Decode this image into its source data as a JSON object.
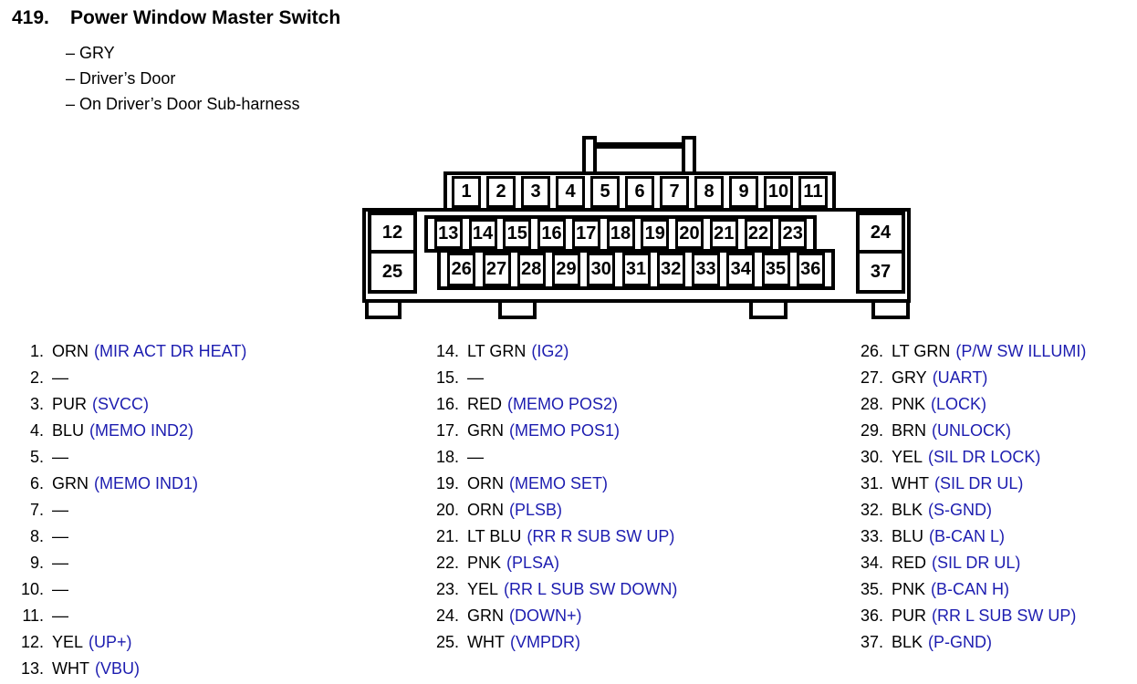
{
  "header": {
    "number": "419.",
    "title": "Power Window Master Switch"
  },
  "details": [
    "– GRY",
    "– Driver’s Door",
    "– On Driver’s Door Sub-harness"
  ],
  "colors": {
    "signal_blue": "#1d1db0",
    "ink": "#000000"
  },
  "connector": {
    "top_row": [
      "1",
      "2",
      "3",
      "4",
      "5",
      "6",
      "7",
      "8",
      "9",
      "10",
      "11"
    ],
    "left_column": [
      "12",
      "25"
    ],
    "middle_row": [
      "13",
      "14",
      "15",
      "16",
      "17",
      "18",
      "19",
      "20",
      "21",
      "22",
      "23"
    ],
    "lower_row": [
      "26",
      "27",
      "28",
      "29",
      "30",
      "31",
      "32",
      "33",
      "34",
      "35",
      "36"
    ],
    "right_column": [
      "24",
      "37"
    ]
  },
  "pin_list": {
    "columns": [
      {
        "entries": [
          {
            "pin": "1.",
            "wire": "ORN",
            "signal": "(MIR ACT DR HEAT)"
          },
          {
            "pin": "2.",
            "wire": "—",
            "signal": ""
          },
          {
            "pin": "3.",
            "wire": "PUR",
            "signal": "(SVCC)"
          },
          {
            "pin": "4.",
            "wire": "BLU",
            "signal": "(MEMO IND2)"
          },
          {
            "pin": "5.",
            "wire": "—",
            "signal": ""
          },
          {
            "pin": "6.",
            "wire": "GRN",
            "signal": "(MEMO IND1)"
          },
          {
            "pin": "7.",
            "wire": "—",
            "signal": ""
          },
          {
            "pin": "8.",
            "wire": "—",
            "signal": ""
          },
          {
            "pin": "9.",
            "wire": "—",
            "signal": ""
          },
          {
            "pin": "10.",
            "wire": "—",
            "signal": ""
          },
          {
            "pin": "11.",
            "wire": "—",
            "signal": ""
          },
          {
            "pin": "12.",
            "wire": "YEL",
            "signal": "(UP+)"
          },
          {
            "pin": "13.",
            "wire": "WHT",
            "signal": "(VBU)"
          }
        ]
      },
      {
        "entries": [
          {
            "pin": "14.",
            "wire": "LT GRN",
            "signal": "(IG2)"
          },
          {
            "pin": "15.",
            "wire": "—",
            "signal": ""
          },
          {
            "pin": "16.",
            "wire": "RED",
            "signal": "(MEMO POS2)"
          },
          {
            "pin": "17.",
            "wire": "GRN",
            "signal": "(MEMO POS1)"
          },
          {
            "pin": "18.",
            "wire": "—",
            "signal": ""
          },
          {
            "pin": "19.",
            "wire": "ORN",
            "signal": "(MEMO SET)"
          },
          {
            "pin": "20.",
            "wire": "ORN",
            "signal": "(PLSB)"
          },
          {
            "pin": "21.",
            "wire": "LT BLU",
            "signal": "(RR R SUB SW UP)"
          },
          {
            "pin": "22.",
            "wire": "PNK",
            "signal": "(PLSA)"
          },
          {
            "pin": "23.",
            "wire": "YEL",
            "signal": "(RR L SUB SW DOWN)"
          },
          {
            "pin": "24.",
            "wire": "GRN",
            "signal": "(DOWN+)"
          },
          {
            "pin": "25.",
            "wire": "WHT",
            "signal": "(VMPDR)"
          }
        ]
      },
      {
        "entries": [
          {
            "pin": "26.",
            "wire": "LT GRN",
            "signal": "(P/W SW ILLUMI)"
          },
          {
            "pin": "27.",
            "wire": "GRY",
            "signal": "(UART)"
          },
          {
            "pin": "28.",
            "wire": "PNK",
            "signal": "(LOCK)"
          },
          {
            "pin": "29.",
            "wire": "BRN",
            "signal": "(UNLOCK)"
          },
          {
            "pin": "30.",
            "wire": "YEL",
            "signal": "(SIL DR LOCK)"
          },
          {
            "pin": "31.",
            "wire": "WHT",
            "signal": "(SIL DR UL)"
          },
          {
            "pin": "32.",
            "wire": "BLK",
            "signal": "(S-GND)"
          },
          {
            "pin": "33.",
            "wire": "BLU",
            "signal": "(B-CAN L)"
          },
          {
            "pin": "34.",
            "wire": "RED",
            "signal": "(SIL DR UL)"
          },
          {
            "pin": "35.",
            "wire": "PNK",
            "signal": "(B-CAN H)"
          },
          {
            "pin": "36.",
            "wire": "PUR",
            "signal": "(RR L SUB SW UP)"
          },
          {
            "pin": "37.",
            "wire": "BLK",
            "signal": "(P-GND)"
          }
        ]
      }
    ]
  }
}
